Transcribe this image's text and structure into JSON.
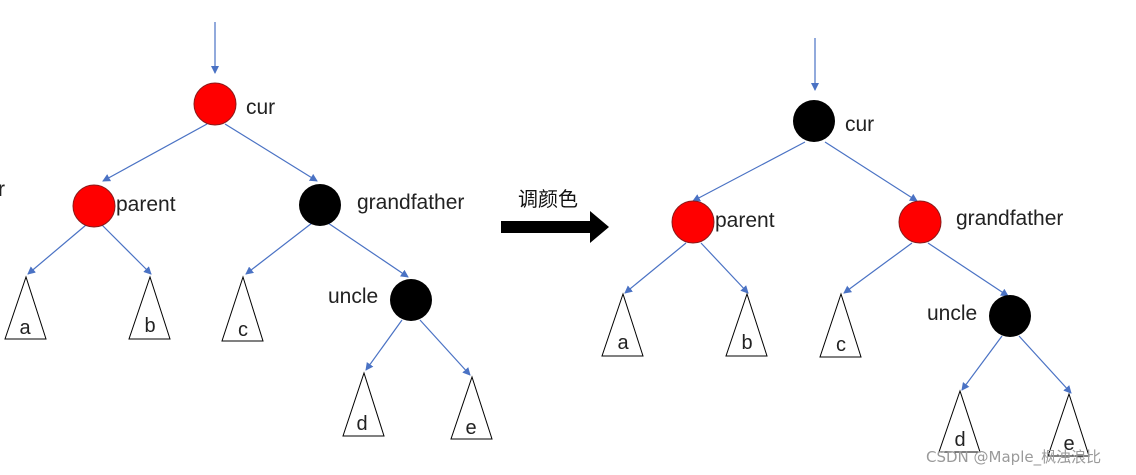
{
  "colors": {
    "red": "#ff0000",
    "black": "#000000",
    "edge": "#4a72c4"
  },
  "left_tree": {
    "nodes": [
      {
        "key": "cur",
        "label": "cur",
        "color": "red"
      },
      {
        "key": "parent",
        "label": "parent",
        "color": "red"
      },
      {
        "key": "grandfather",
        "label": "grandfather",
        "color": "black"
      },
      {
        "key": "uncle",
        "label": "uncle",
        "color": "black"
      }
    ],
    "subtrees": [
      "a",
      "b",
      "c",
      "d",
      "e"
    ]
  },
  "right_tree": {
    "nodes": [
      {
        "key": "cur",
        "label": "cur",
        "color": "black"
      },
      {
        "key": "parent",
        "label": "parent",
        "color": "red"
      },
      {
        "key": "grandfather",
        "label": "grandfather",
        "color": "red"
      },
      {
        "key": "uncle",
        "label": "uncle",
        "color": "black"
      }
    ],
    "subtrees": [
      "a",
      "b",
      "c",
      "d",
      "e"
    ]
  },
  "arrow_label": "调颜色",
  "edge_fragment": "r",
  "watermark": "CSDN @Maple_枫浊浪比"
}
